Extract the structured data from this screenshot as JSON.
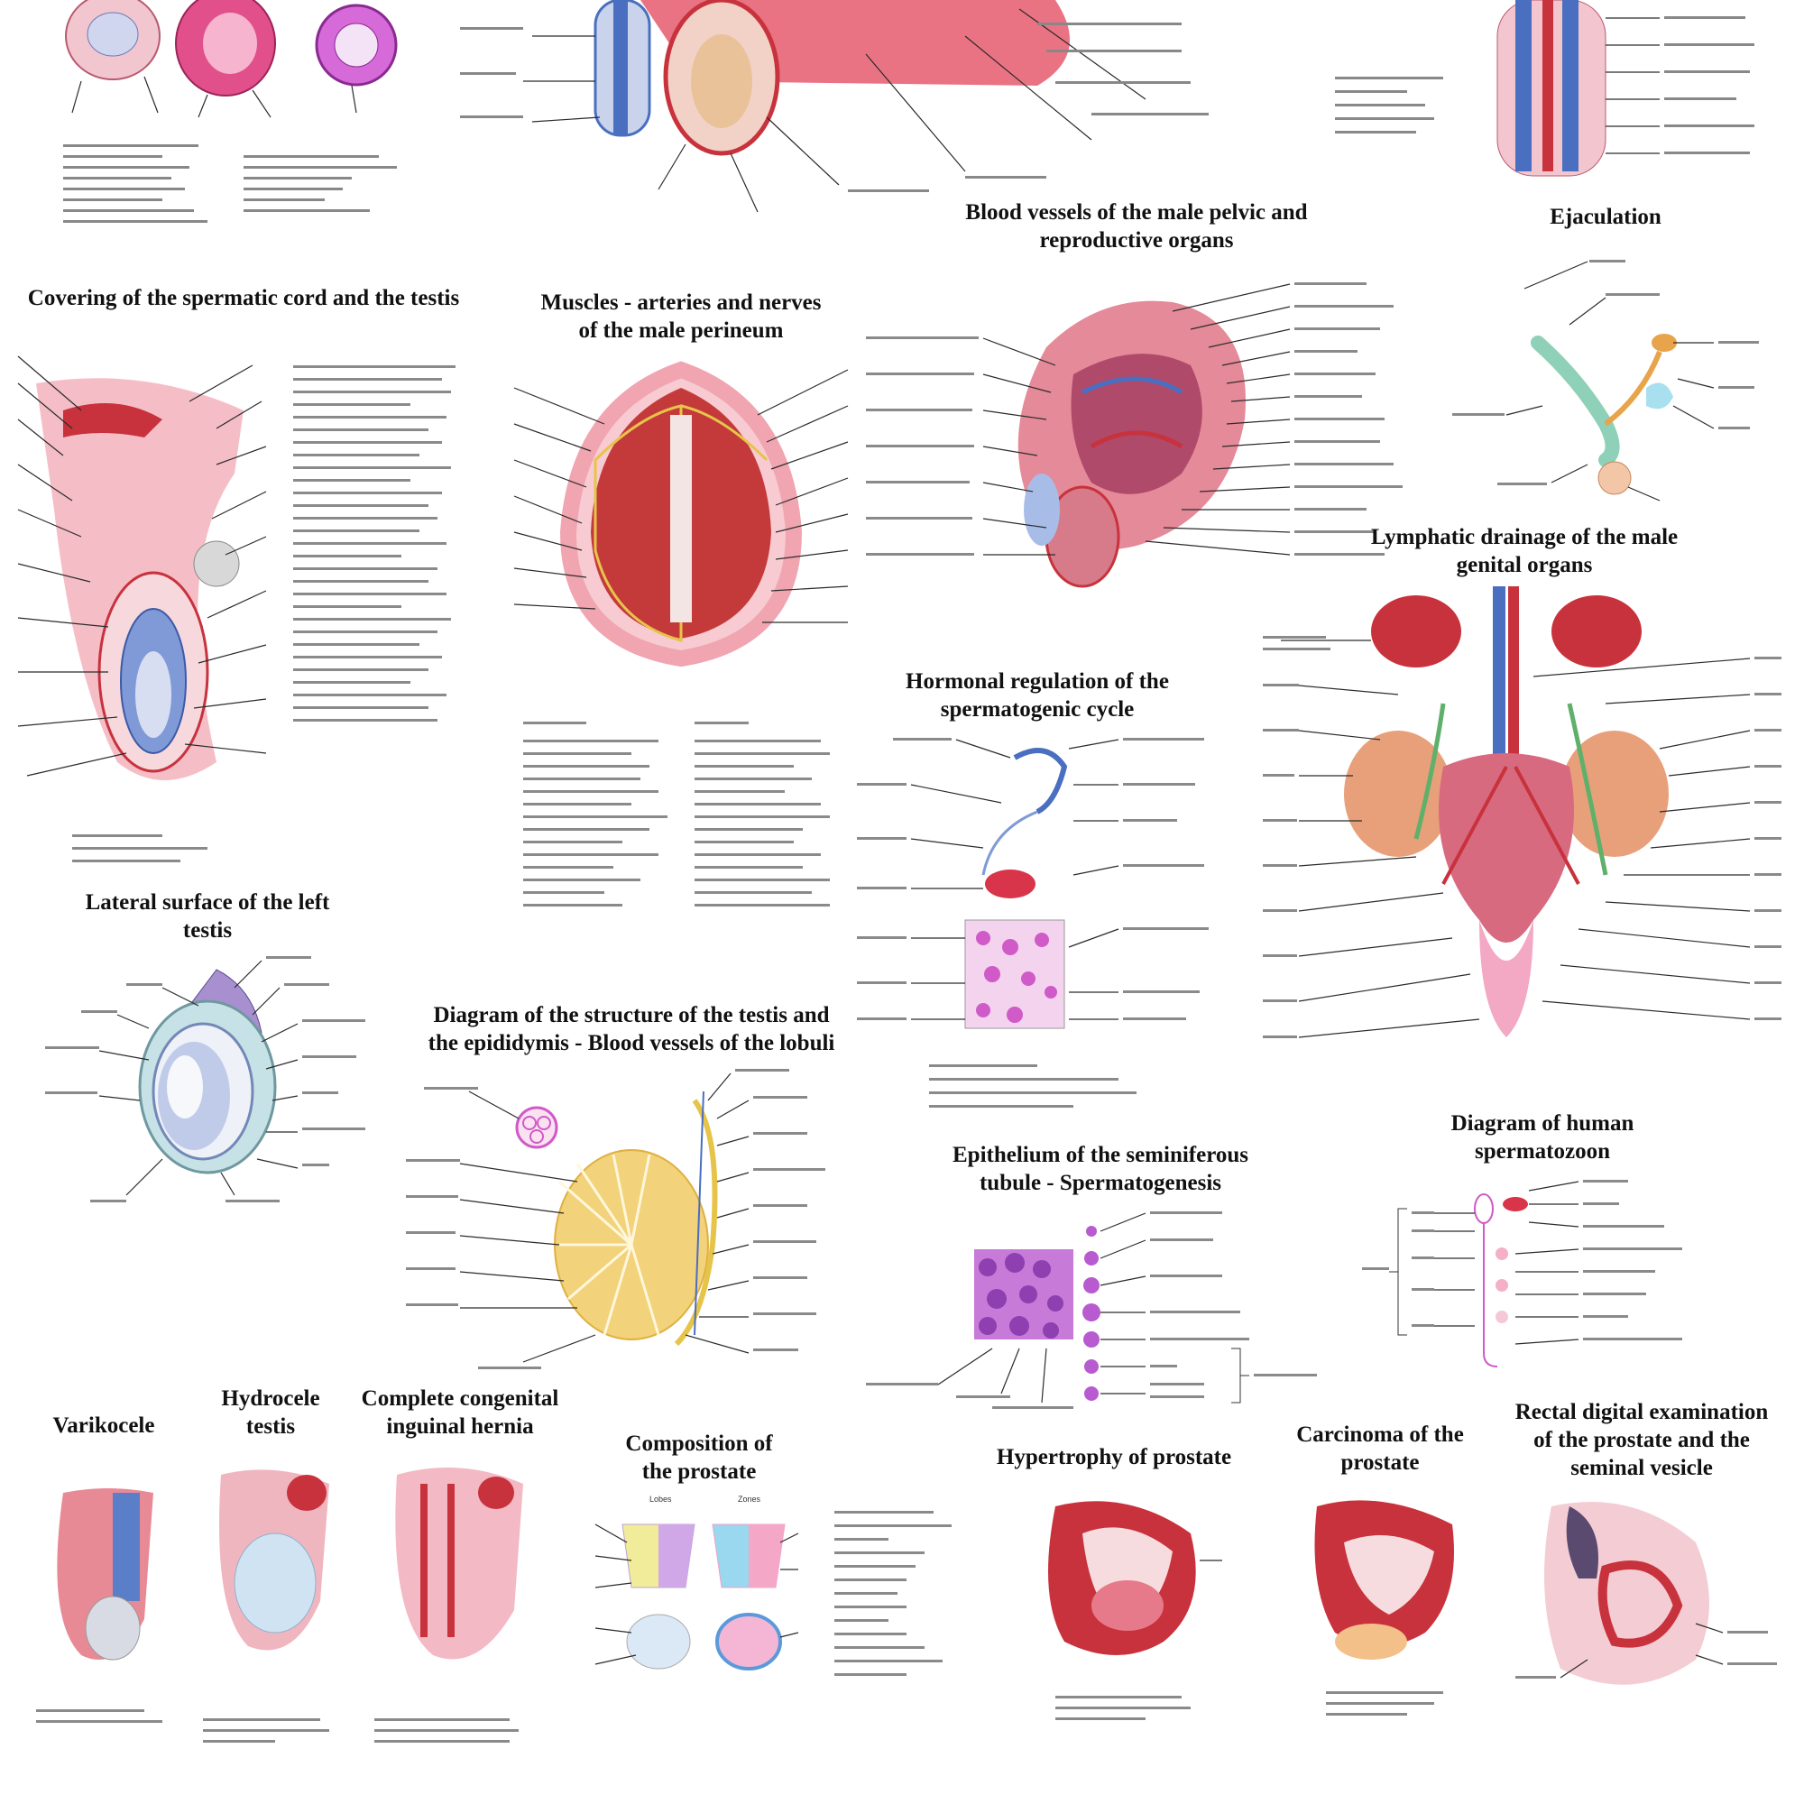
{
  "panels": [
    {
      "key": "covering",
      "title": "Covering of the spermatic cord and the testis"
    },
    {
      "key": "muscles",
      "title": "Muscles - arteries and nerves\nof the male perineum"
    },
    {
      "key": "blood_vessels",
      "title": "Blood vessels of the male pelvic and\nreproductive organs"
    },
    {
      "key": "ejaculation",
      "title": "Ejaculation"
    },
    {
      "key": "lymphatic",
      "title": "Lymphatic drainage of the male\ngenital organs"
    },
    {
      "key": "hormonal",
      "title": "Hormonal regulation of the\nspermatogenic cycle"
    },
    {
      "key": "lateral",
      "title": "Lateral surface of the left\ntestis"
    },
    {
      "key": "structure",
      "title": "Diagram of the structure of the testis and\nthe epididymis - Blood vessels of the lobuli"
    },
    {
      "key": "epithelium",
      "title": "Epithelium of the seminiferous\ntubule - Spermatogenesis"
    },
    {
      "key": "spermatozoon",
      "title": "Diagram of human\nspermatozoon"
    },
    {
      "key": "varicocele",
      "title": "Varikocele"
    },
    {
      "key": "hydrocele",
      "title": "Hydrocele\ntestis"
    },
    {
      "key": "hernia",
      "title": "Complete congenital\ninguinal hernia"
    },
    {
      "key": "prostate_comp",
      "title": "Composition of\nthe prostate"
    },
    {
      "key": "hypertrophy",
      "title": "Hypertrophy of prostate"
    },
    {
      "key": "carcinoma",
      "title": "Carcinoma of the\nprostate"
    },
    {
      "key": "rectal",
      "title": "Rectal digital examination\nof the prostate and the\nseminal vesicle"
    }
  ],
  "labels": {
    "composition_lobes": [
      "Lobes",
      "Zones"
    ]
  },
  "colors": {
    "tissue_red": "#c8323c",
    "tissue_pink": "#ef9aa6",
    "vessel_blue": "#4a6fc0",
    "nerve_yellow": "#e6c44a",
    "cell_purple": "#b04cc8",
    "background": "#ffffff"
  }
}
